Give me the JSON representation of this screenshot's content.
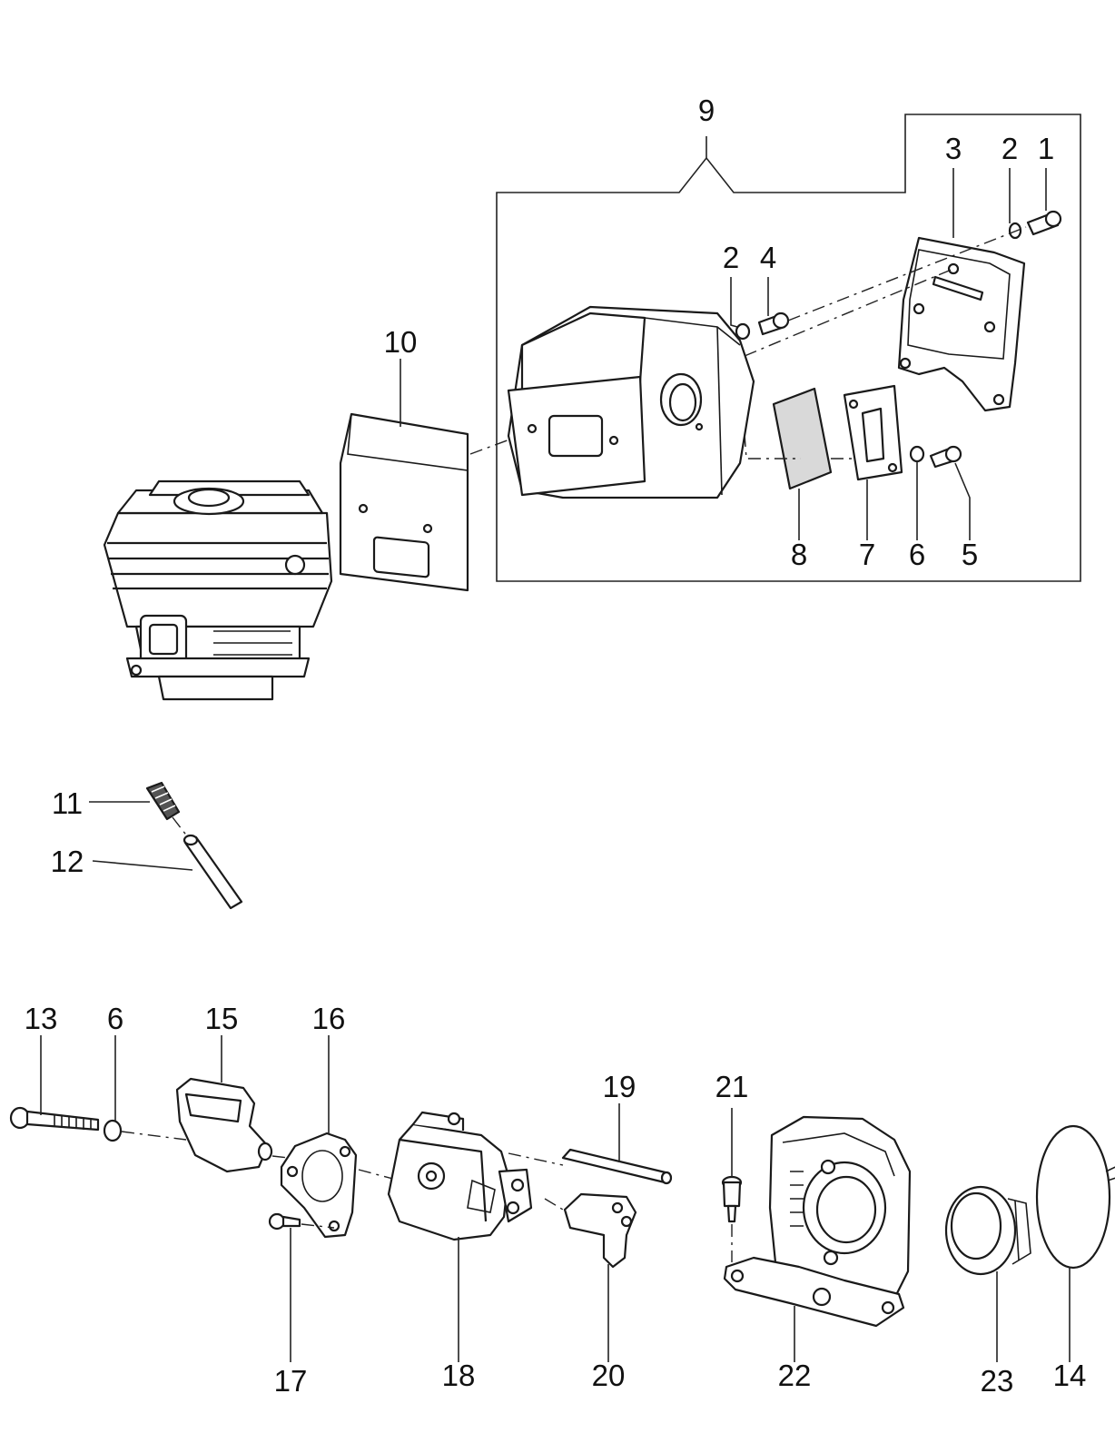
{
  "labels": {
    "p1": "1",
    "p2a": "2",
    "p2b": "2",
    "p3": "3",
    "p4": "4",
    "p5": "5",
    "p6a": "6",
    "p6b": "6",
    "p7": "7",
    "p8": "8",
    "p9": "9",
    "p10": "10",
    "p11": "11",
    "p12": "12",
    "p13": "13",
    "p14": "14",
    "p15": "15",
    "p16": "16",
    "p17": "17",
    "p18": "18",
    "p19": "19",
    "p20": "20",
    "p21": "21",
    "p22": "22",
    "p23": "23"
  }
}
